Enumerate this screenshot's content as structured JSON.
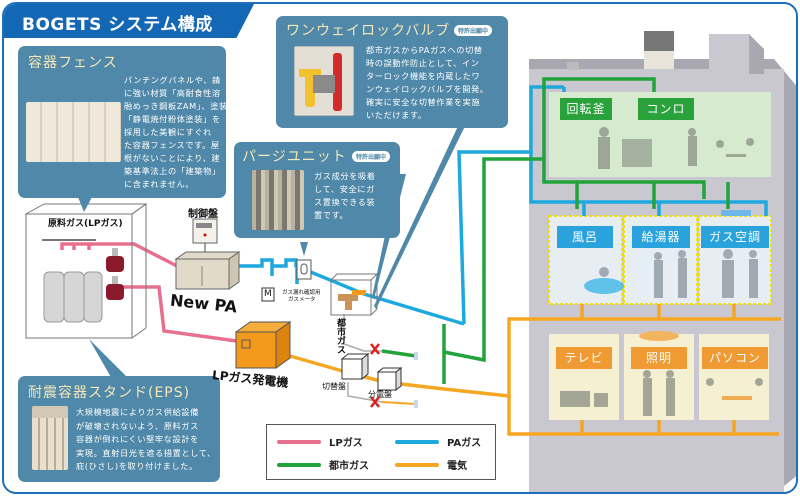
{
  "header": {
    "title": "BOGETS システム構成"
  },
  "colors": {
    "frame": "#1d6fb8",
    "callout_bg": "#4f88a8",
    "callout_title": "#f5e7b8",
    "lp_gas": "#e8708f",
    "pa_gas": "#1ea9de",
    "city_gas": "#22a33a",
    "electricity": "#f5a623",
    "building": "#c9c7cf",
    "green_label": "#2aa23b",
    "blue_label": "#2aa3dc",
    "orange_label": "#f09a33"
  },
  "callouts": {
    "fence": {
      "title": "容器フェンス",
      "body": [
        "パンチングパネルや、錆",
        "に強い材質「高耐食性溶",
        "融めっき鋼板ZAM」、塗装",
        "「静電焼付粉体塗装」を",
        "採用した美観にすぐれ",
        "た容器フェンスです。屋",
        "根がないことにより、建",
        "築基準法上の「建築物」",
        "に含まれません。"
      ]
    },
    "valve": {
      "title": "ワンウェイロックバルブ",
      "badge": "特許出願中",
      "body": [
        "都市ガスからPAガスへの切替",
        "時の誤動作防止として、イン",
        "ターロック機能を内蔵したワ",
        "ンウェイロックバルブを開発。",
        "確実に安全な切替作業を実施",
        "いただけます。"
      ]
    },
    "purge": {
      "title": "パージユニット",
      "badge": "特許出願中",
      "body": [
        "ガス成分を吸着",
        "して、安全にガ",
        "ス置換できる装",
        "置です。"
      ]
    },
    "stand": {
      "title": "耐震容器スタンド(EPS)",
      "body": [
        "大規模地震によりガス供給設備",
        "が破壊されないよう、原料ガス",
        "容器が倒れにくい堅牢な設計を",
        "実現。直射日光を遮る措置として、",
        "庇(ひさし)を取り付けました。"
      ]
    }
  },
  "diagram": {
    "raw_gas_label": "原料ガス(LPガス)",
    "control_panel_label": "制御盤",
    "new_pa_label": "New PA",
    "meter_symbol": "M",
    "meter_label": [
      "ガス漏れ確認用",
      "ガスメータ"
    ],
    "city_gas_label": "都市ガス",
    "generator_label": "LPガス発電機",
    "switch_panel_label": "切替盤",
    "distribution_panel_label": "分電盤"
  },
  "building": {
    "kitchen_rooms": [
      "回転釜",
      "コンロ"
    ],
    "gas_rooms": [
      "風呂",
      "給湯器",
      "ガス空調"
    ],
    "electric_rooms": [
      "テレビ",
      "照明",
      "パソコン"
    ]
  },
  "legend": [
    {
      "label": "LPガス",
      "color": "#e8708f"
    },
    {
      "label": "PAガス",
      "color": "#1ea9de"
    },
    {
      "label": "都市ガス",
      "color": "#22a33a"
    },
    {
      "label": "電気",
      "color": "#f5a623"
    }
  ]
}
